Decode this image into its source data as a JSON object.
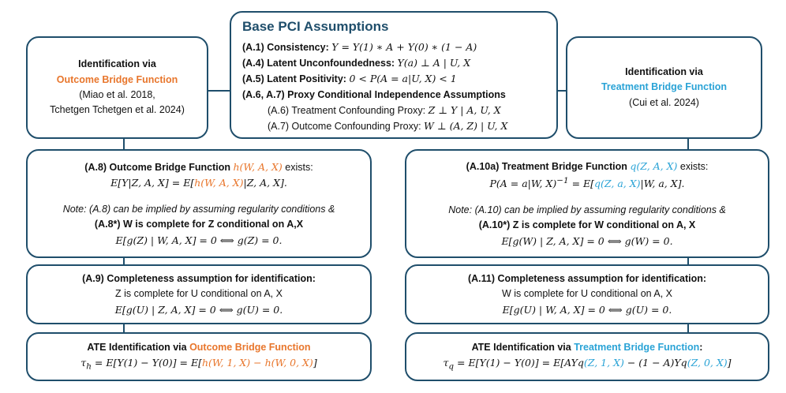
{
  "base": {
    "title": "Base PCI Assumptions",
    "a1_label": "(A.1) Consistency:",
    "a1_eq": "Y = Y(1) ∗ A + Y(0) ∗ (1 − A)",
    "a4_label": "(A.4) Latent Unconfoundedness:",
    "a4_eq": "Y(a) ⊥ A | U, X",
    "a5_label": "(A.5) Latent Positivity:",
    "a5_eq": "0 < P(A = a|U, X) < 1",
    "a67_label": "(A.6, A.7) Proxy Conditional Independence Assumptions",
    "a6_label": "(A.6) Treatment Confounding Proxy:",
    "a6_eq": "Z ⊥ Y | A, U, X",
    "a7_label": "(A.7) Outcome Confounding Proxy:",
    "a7_eq": "W ⊥ (A, Z) | U, X"
  },
  "left": {
    "id_line1": "Identification via",
    "id_line2": "Outcome Bridge Function",
    "id_cite1": "(Miao et al. 2018,",
    "id_cite2": "Tchetgen Tchetgen et al. 2024)",
    "a8_label": "(A.8) Outcome Bridge Function",
    "a8_fn": "h(W, A, X)",
    "a8_exists": "exists:",
    "a8_eq_pre": "E[Y|Z, A, X] = E[",
    "a8_eq_fn": "h(W, A, X)",
    "a8_eq_post": "|Z, A, X].",
    "note": "Note: (A.8) can be implied by assuming regularity conditions &",
    "a8s_label": "(A.8*) W is complete for Z conditional on A,X",
    "a8s_eq": "E[g(Z) | W, A, X] = 0 ⟺ g(Z) = 0.",
    "a9_label": "(A.9) Completeness assumption for identification:",
    "a9_text": "Z is complete for U conditional on A, X",
    "a9_eq": "E[g(U) | Z, A, X] = 0 ⟺ g(U) = 0.",
    "ate_pre": "ATE Identification via",
    "ate_fn": "Outcome Bridge Function",
    "ate_eq_pre": "τ",
    "ate_sub": "h",
    "ate_eq_mid": " = E[Y(1) − Y(0)] = E[",
    "ate_eq_fn": "h(W, 1, X) − h(W, 0, X)",
    "ate_eq_post": "]"
  },
  "right": {
    "id_line1": "Identification via",
    "id_line2": "Treatment Bridge Function",
    "id_cite1": "(Cui et al. 2024)",
    "a10_label": "(A.10a) Treatment Bridge Function",
    "a10_fn": "q(Z, A, X)",
    "a10_exists": "exists:",
    "a10_eq_pre": "P(A = a|W, X)",
    "a10_eq_sup": "−1",
    "a10_eq_mid": " = E[",
    "a10_eq_fn": "q(Z, a, X)",
    "a10_eq_post": "|W, a, X].",
    "note": "Note: (A.10) can be implied by assuming regularity conditions &",
    "a10s_label": "(A.10*)  Z is complete for W conditional on A, X",
    "a10s_eq": "E[g(W) | Z, A, X] = 0 ⟺ g(W) = 0.",
    "a11_label": "(A.11) Completeness assumption for identification:",
    "a11_text": "W is complete for U conditional on A, X",
    "a11_eq": "E[g(U) | W, A, X] = 0 ⟺ g(U) = 0.",
    "ate_pre": "ATE Identification via",
    "ate_fn": "Treatment Bridge Function",
    "ate_colon": ":",
    "ate_eq_pre": "τ",
    "ate_sub": "q",
    "ate_eq_mid": " = E[Y(1) − Y(0)] = E[AYq",
    "ate_eq_fn1": "(Z, 1, X)",
    "ate_eq_mid2": " − (1 − A)Yq",
    "ate_eq_fn2": "(Z, 0, X)",
    "ate_eq_post": "]"
  },
  "colors": {
    "border": "#1f4e6b",
    "orange": "#e8762c",
    "blue": "#2aa3d6"
  }
}
